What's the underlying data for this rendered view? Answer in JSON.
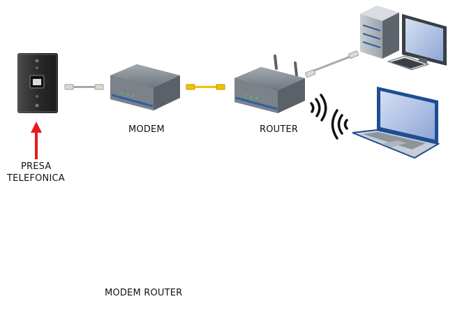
{
  "labels": {
    "modem": "MODEM",
    "router": "ROUTER",
    "presa_line1": "PRESA",
    "presa_line2": "TELEFONICA",
    "modem_router": "MODEM ROUTER"
  },
  "colors": {
    "arrow": "#e8191b",
    "yellow_cable": "#f2c200",
    "gray_cable": "#a8a8a8",
    "device_body": "#6a7078",
    "device_top": "#8c939b",
    "device_stripe": "#2d5fa6",
    "screen": "#b7c7e8",
    "laptop_frame": "#1e4e93"
  },
  "icons": {
    "wall_jack": "telephone-wall-jack-icon",
    "modem": "modem-icon",
    "router": "router-icon",
    "desktop": "desktop-computer-icon",
    "laptop": "laptop-icon",
    "wifi": "wifi-signal-icon",
    "arrow": "red-arrow-icon"
  }
}
